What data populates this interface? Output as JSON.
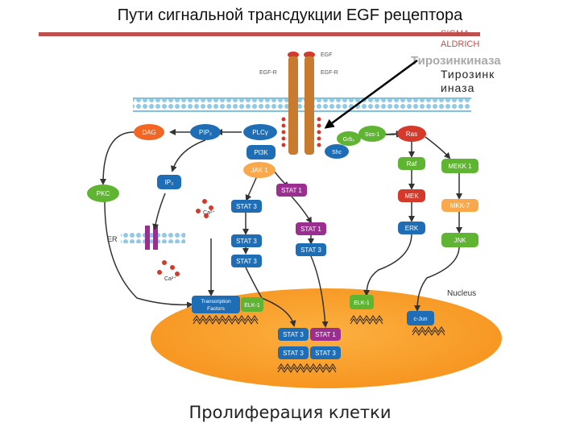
{
  "title": "Пути сигнальной трансдукции EGF рецептора",
  "watermark": {
    "line1": "SIGMA-",
    "line2": "ALDRICH"
  },
  "tyrosine_kinase_faint": "Тирозинкиназа",
  "tyrosine_kinase_side": "Тирозинк\nиназа",
  "caption": "Пролиферация клетки",
  "labels": {
    "egf": "EGF",
    "egfr_left": "EGF-R",
    "egfr_right": "EGF-R",
    "er": "ER",
    "nucleus": "Nucleus",
    "ca_top": "Ca²⁺",
    "ca_bottom": "Ca²⁺"
  },
  "nodes": {
    "dag": "DAG",
    "pip2": "PIP₂",
    "plc": "PLCγ",
    "pi3k": "PI3K",
    "grb2": "Grb₂",
    "sos": "Sos-1",
    "shc": "Shc",
    "ras": "Ras",
    "raf": "Raf",
    "mek": "MEK",
    "erk": "ERK",
    "mekk1": "MEKK 1",
    "mkk7": "MKK-7",
    "jnk": "JNK",
    "pkc": "PKC",
    "ip3": "IP₃",
    "jak1": "JAK 1",
    "stat1_a": "STAT 1",
    "stat3_a": "STAT 3",
    "stat1_b": "STAT 1",
    "stat3_b": "STAT 3",
    "stat3_c": "STAT 3",
    "stat3_d": "STAT 3",
    "tf_line1": "Transcription",
    "tf_line2": "Factors",
    "elk1_left": "ELK-1",
    "elk1_right": "ELK-1",
    "cjun": "c-Jun",
    "n_stat3_1": "STAT 3",
    "n_stat1": "STAT 1",
    "n_stat3_2": "STAT 3",
    "n_stat3_3": "STAT 3"
  },
  "colors": {
    "accent_rule": "#c0504d",
    "blue_node": "#1f6db4",
    "green_node": "#5fb531",
    "red_node": "#d33a2c",
    "orange_node": "#f26522",
    "light_orange_node": "#f9a94b",
    "purple_node": "#9b2f8f",
    "receptor": "#c87a2e",
    "membrane": "#7ec3e0",
    "nucleus": "#f7931e"
  }
}
